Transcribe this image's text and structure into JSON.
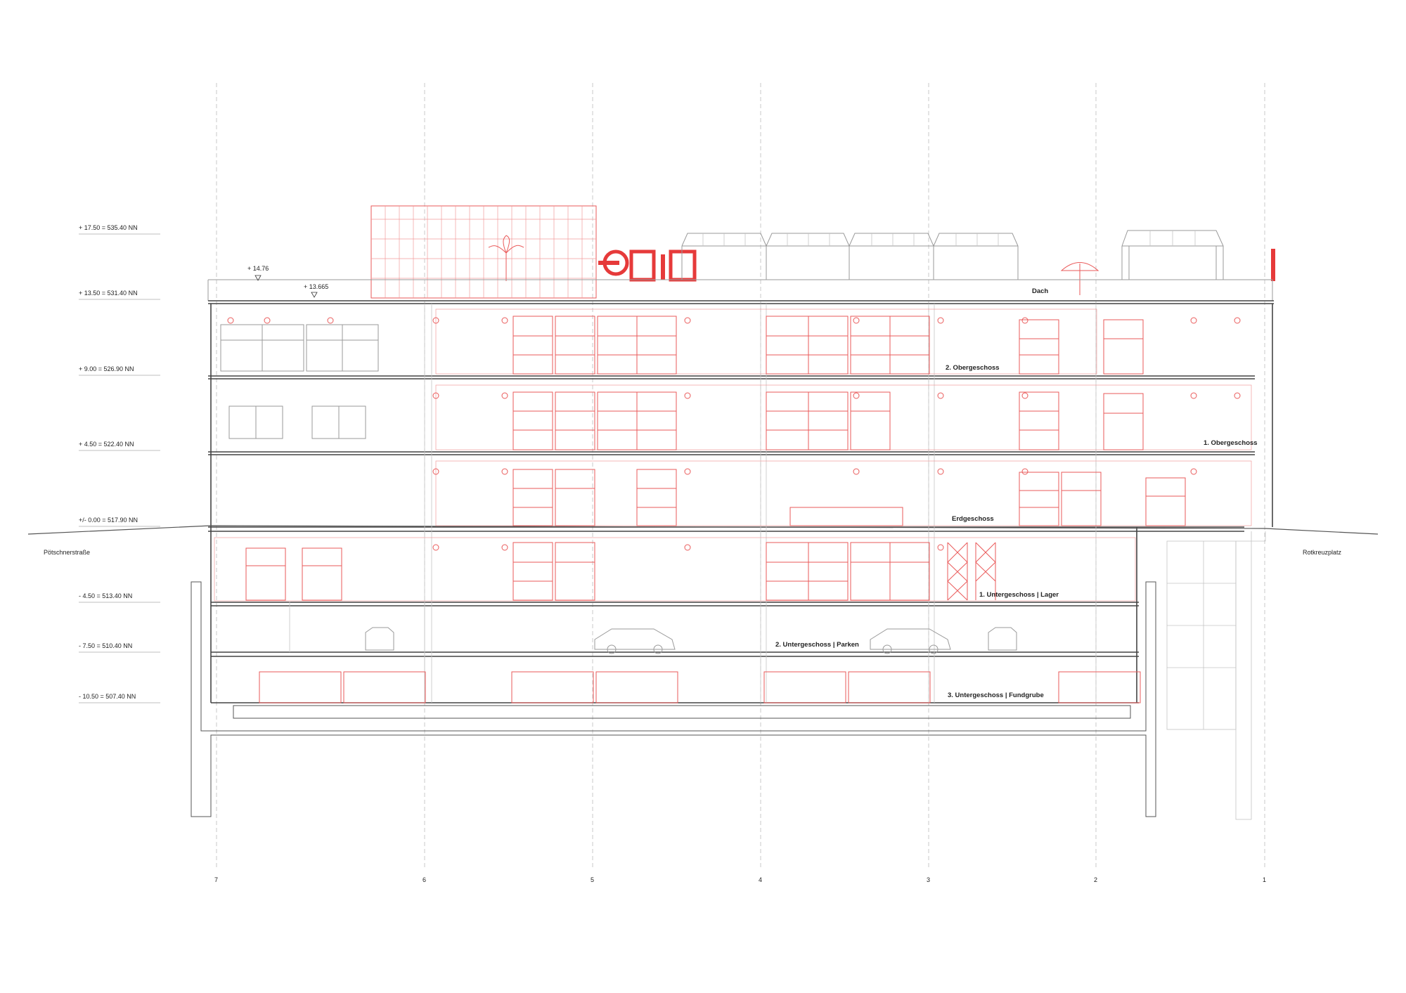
{
  "levels": [
    {
      "label": "+ 17.50 = 535.40 NN"
    },
    {
      "label": "+ 13.50 = 531.40 NN"
    },
    {
      "label": "+ 9.00 = 526.90 NN"
    },
    {
      "label": "+ 4.50 = 522.40 NN"
    },
    {
      "label": "+/- 0.00 = 517.90 NN"
    },
    {
      "label": "- 4.50 = 513.40 NN"
    },
    {
      "label": "- 7.50 = 510.40 NN"
    },
    {
      "label": "- 10.50 = 507.40 NN"
    }
  ],
  "spot_heights": {
    "a": "+ 14.76",
    "b": "+ 13.665"
  },
  "floors": {
    "roof": "Dach",
    "og2": "2. Obergeschoss",
    "og1": "1. Obergeschoss",
    "eg": "Erdgeschoss",
    "ug1": "1. Untergeschoss | Lager",
    "ug2": "2. Untergeschoss | Parken",
    "ug3": "3. Untergeschoss | Fundgrube"
  },
  "streets": {
    "left": "Pötschnerstraße",
    "right": "Rotkreuzplatz"
  },
  "axes": [
    "7",
    "6",
    "5",
    "4",
    "3",
    "2",
    "1"
  ],
  "colors": {
    "accent": "#e63a3a",
    "line": "#444444",
    "light": "#a0a0a0"
  }
}
